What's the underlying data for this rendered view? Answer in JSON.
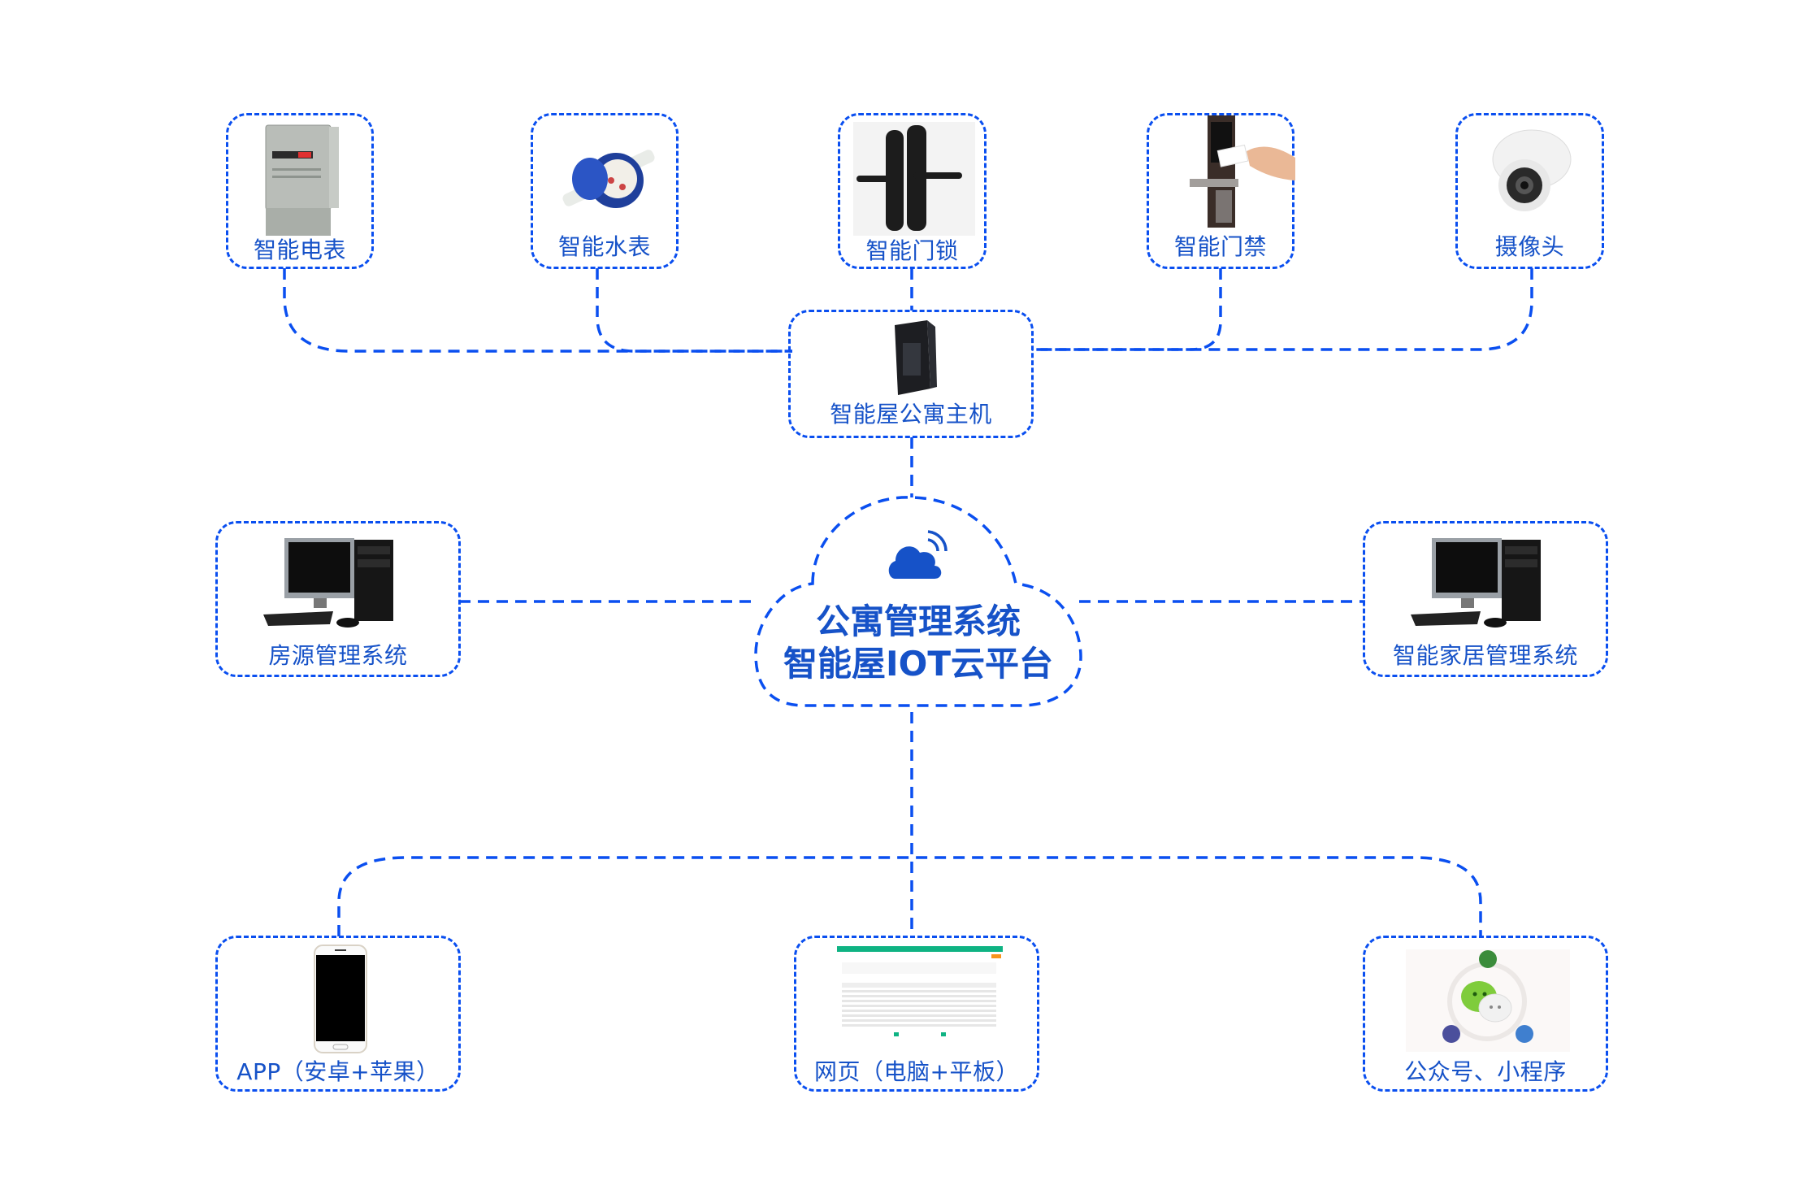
{
  "diagram": {
    "line_color": "#0a4ff0",
    "text_color": "#1652c8",
    "center": {
      "title_line1": "公寓管理系统",
      "title_line2": "智能屋IOT云平台",
      "icon": "cloud-wifi-icon"
    },
    "hub": {
      "label": "智能屋公寓主机",
      "icon": "pc-tower-icon"
    },
    "devices": [
      {
        "label": "智能电表",
        "icon": "electric-meter-icon"
      },
      {
        "label": "智能水表",
        "icon": "water-meter-icon"
      },
      {
        "label": "智能门锁",
        "icon": "smart-lock-icon"
      },
      {
        "label": "智能门禁",
        "icon": "access-control-icon"
      },
      {
        "label": "摄像头",
        "icon": "dome-camera-icon"
      }
    ],
    "systems": [
      {
        "label": "房源管理系统",
        "icon": "desktop-computer-icon"
      },
      {
        "label": "智能家居管理系统",
        "icon": "desktop-computer-icon"
      }
    ],
    "clients": [
      {
        "label": "APP（安卓+苹果）",
        "icon": "smartphone-icon"
      },
      {
        "label": "网页（电脑+平板）",
        "icon": "web-page-icon"
      },
      {
        "label": "公众号、小程序",
        "icon": "wechat-icon"
      }
    ]
  }
}
